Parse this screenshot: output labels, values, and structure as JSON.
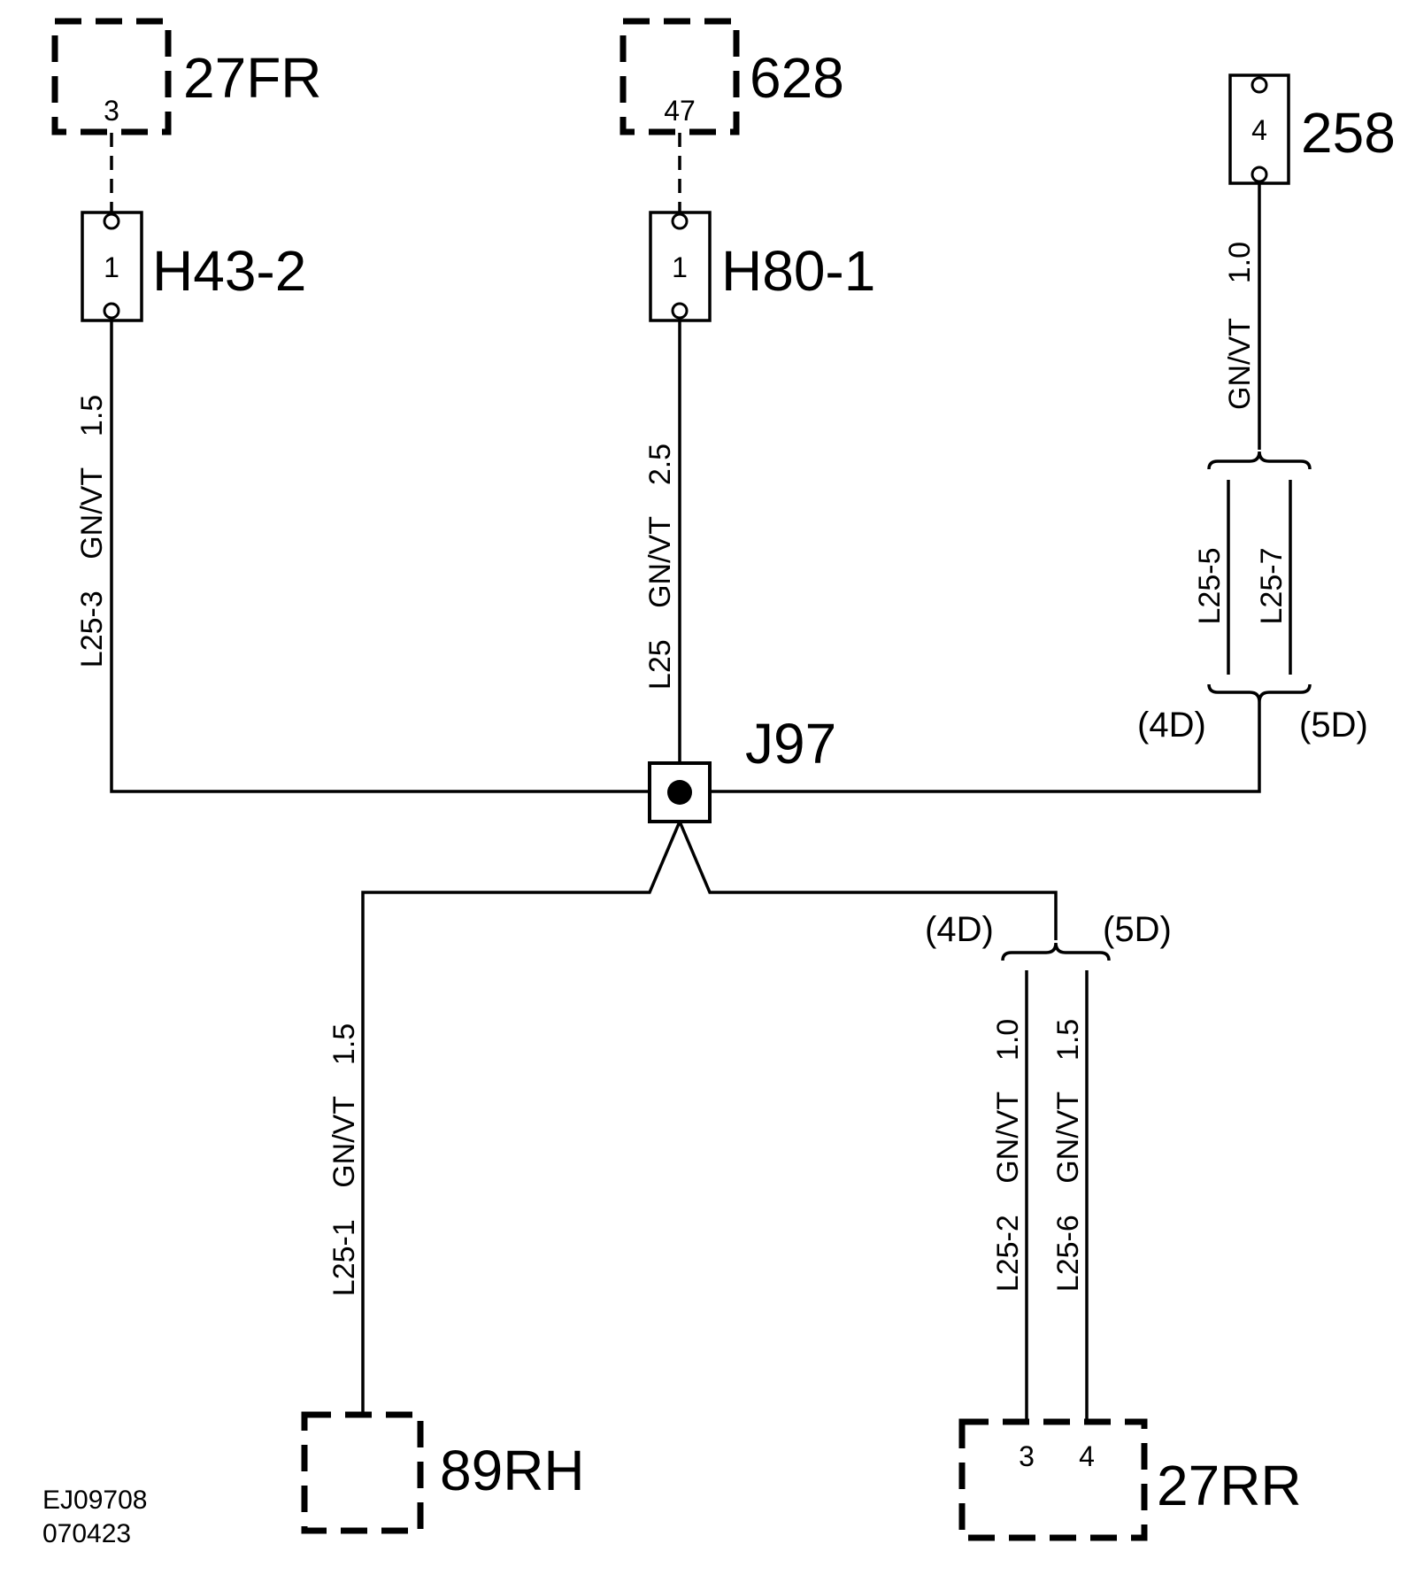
{
  "connectors": {
    "c27fr": {
      "label": "27FR",
      "pin": "3"
    },
    "c628": {
      "label": "628",
      "pin": "47"
    },
    "c258": {
      "label": "258",
      "pin": "4"
    },
    "h43": {
      "label": "H43-2",
      "pin": "1"
    },
    "h80": {
      "label": "H80-1",
      "pin": "1"
    },
    "c89rh": {
      "label": "89RH"
    },
    "c27rr": {
      "label": "27RR",
      "pin_left": "3",
      "pin_right": "4"
    }
  },
  "junction": {
    "label": "J97"
  },
  "wires": {
    "l25_3": {
      "id": "L25-3",
      "color": "GN/VT",
      "size": "1.5"
    },
    "l25": {
      "id": "L25",
      "color": "GN/VT",
      "size": "2.5"
    },
    "w258": {
      "color": "GN/VT",
      "size": "1.0"
    },
    "l25_5": {
      "id": "L25-5"
    },
    "l25_7": {
      "id": "L25-7"
    },
    "l25_1": {
      "id": "L25-1",
      "color": "GN/VT",
      "size": "1.5"
    },
    "l25_2": {
      "id": "L25-2",
      "color": "GN/VT",
      "size": "1.0"
    },
    "l25_6": {
      "id": "L25-6",
      "color": "GN/VT",
      "size": "1.5"
    }
  },
  "variants": {
    "upper_left": "(4D)",
    "upper_right": "(5D)",
    "lower_left": "(4D)",
    "lower_right": "(5D)"
  },
  "reference": {
    "code": "EJ09708",
    "date": "070423"
  }
}
